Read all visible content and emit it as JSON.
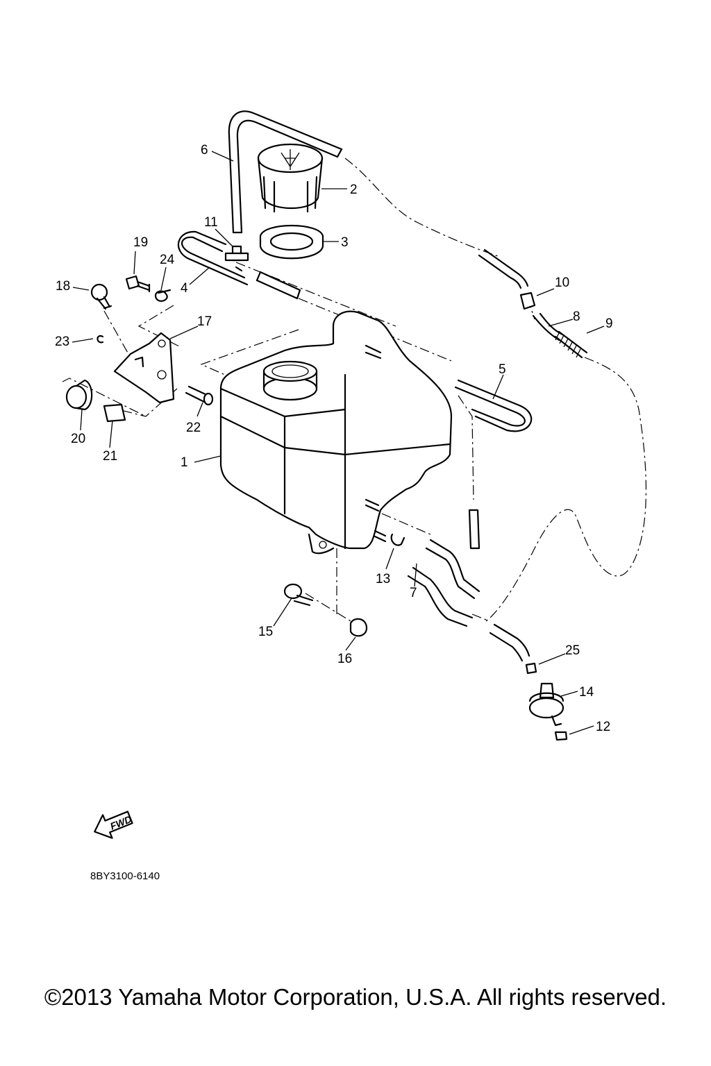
{
  "callouts": [
    {
      "id": "1",
      "label": "1"
    },
    {
      "id": "2",
      "label": "2"
    },
    {
      "id": "3",
      "label": "3"
    },
    {
      "id": "4",
      "label": "4"
    },
    {
      "id": "5",
      "label": "5"
    },
    {
      "id": "6",
      "label": "6"
    },
    {
      "id": "7",
      "label": "7"
    },
    {
      "id": "8",
      "label": "8"
    },
    {
      "id": "9",
      "label": "9"
    },
    {
      "id": "10",
      "label": "10"
    },
    {
      "id": "11",
      "label": "11"
    },
    {
      "id": "12",
      "label": "12"
    },
    {
      "id": "13",
      "label": "13"
    },
    {
      "id": "14",
      "label": "14"
    },
    {
      "id": "15",
      "label": "15"
    },
    {
      "id": "16",
      "label": "16"
    },
    {
      "id": "17",
      "label": "17"
    },
    {
      "id": "18",
      "label": "18"
    },
    {
      "id": "19",
      "label": "19"
    },
    {
      "id": "20",
      "label": "20"
    },
    {
      "id": "21",
      "label": "21"
    },
    {
      "id": "22",
      "label": "22"
    },
    {
      "id": "23",
      "label": "23"
    },
    {
      "id": "24",
      "label": "24"
    },
    {
      "id": "25",
      "label": "25"
    }
  ],
  "fwd_arrow": {
    "label": "FWD",
    "icon": "fwd-arrow-icon"
  },
  "part_code": "8BY3100-6140",
  "copyright": "©2013 Yamaha Motor Corporation, U.S.A. All rights reserved."
}
